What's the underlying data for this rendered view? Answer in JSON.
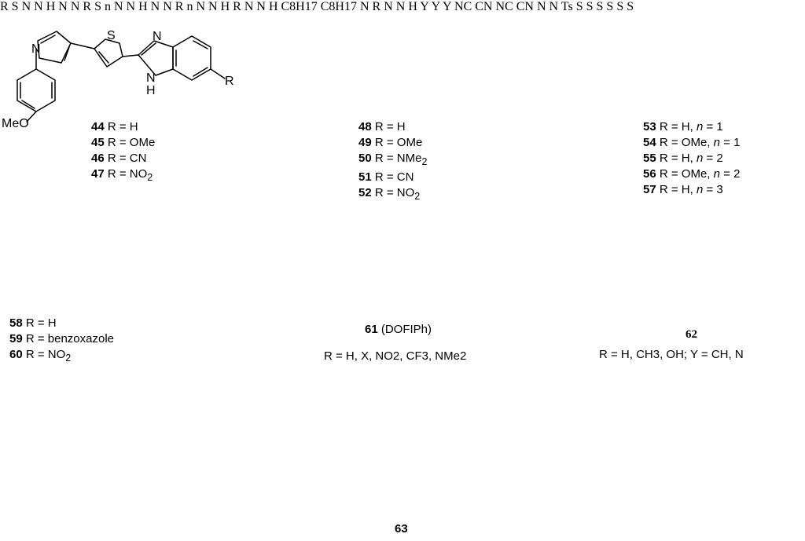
{
  "compounds": {
    "c44_47": {
      "lines": [
        {
          "num": "44",
          "text": " R = H"
        },
        {
          "num": "45",
          "text": " R = OMe"
        },
        {
          "num": "46",
          "text": " R = CN"
        },
        {
          "num": "47",
          "text": " R = NO",
          "sub": "2"
        }
      ]
    },
    "c48_52": {
      "lines": [
        {
          "num": "48",
          "text": " R = H"
        },
        {
          "num": "49",
          "text": " R = OMe"
        },
        {
          "num": "50",
          "text": " R = NMe",
          "sub": "2"
        },
        {
          "num": "51",
          "text": " R = CN"
        },
        {
          "num": "52",
          "text": " R = NO",
          "sub": "2"
        }
      ]
    },
    "c53_57": {
      "lines": [
        {
          "num": "53",
          "text": " R = H, ",
          "n": "n",
          "tail": " = 1"
        },
        {
          "num": "54",
          "text": " R = OMe, ",
          "n": "n",
          "tail": " = 1"
        },
        {
          "num": "55",
          "text": " R = H, ",
          "n": "n",
          "tail": " = 2"
        },
        {
          "num": "56",
          "text": " R = OMe, ",
          "n": "n",
          "tail": " = 2"
        },
        {
          "num": "57",
          "text": " R = H, ",
          "n": "n",
          "tail": " = 3"
        }
      ]
    },
    "c58_60": {
      "lines": [
        {
          "num": "58",
          "text": " R = H"
        },
        {
          "num": "59",
          "text": " R = benzoxazole"
        },
        {
          "num": "60",
          "text": " R = NO",
          "sub": "2"
        }
      ]
    },
    "c61": {
      "num": "61",
      "name": " (DOFIPh)",
      "r_line": "R = H, X, NO2, CF3, NMe2"
    },
    "c62": {
      "num": "62",
      "r_line": "R = H, CH3, OH; Y = CH, N"
    },
    "c63": {
      "num": "63"
    }
  },
  "atom_labels": {
    "N": "N",
    "S": "S",
    "H": "H",
    "R": "R",
    "Y": "Y",
    "MeO": "MeO",
    "NC": "NC",
    "CN": "CN",
    "Ts": "Ts",
    "n": "n",
    "C8H17": "C8H17"
  }
}
